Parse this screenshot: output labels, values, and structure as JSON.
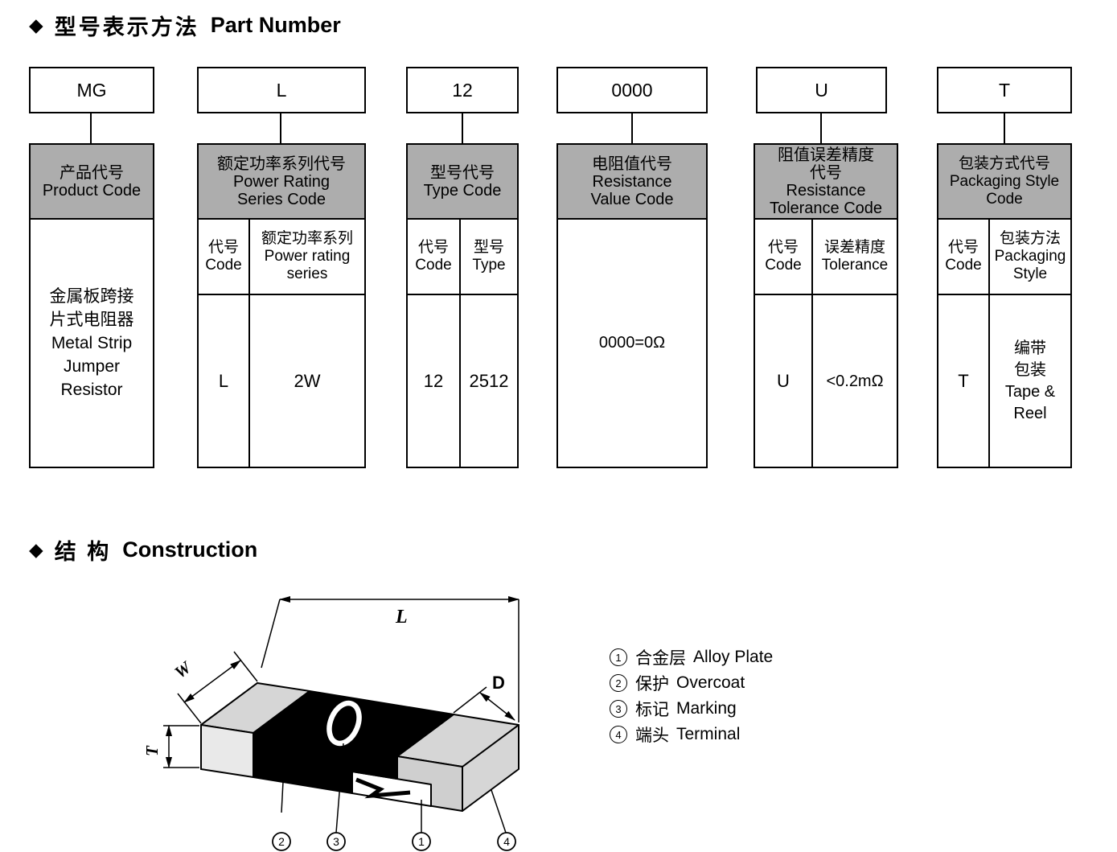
{
  "sections": {
    "part_number": {
      "diamond": "◆",
      "title_zh": "型号表示方法",
      "title_en": "Part Number"
    },
    "construction": {
      "diamond": "◆",
      "title_zh": "结 构",
      "title_en": "Construction"
    }
  },
  "part_number": {
    "columns": [
      {
        "code": "MG",
        "header_lines": [
          "产品代号",
          "Product Code"
        ],
        "body_lines": [
          "金属板跨接",
          "片式电阻器",
          "Metal Strip",
          "Jumper",
          "Resistor"
        ]
      },
      {
        "code": "L",
        "header_lines": [
          "额定功率系列代号",
          "Power Rating",
          "Series Code"
        ],
        "sub_left_header": [
          "代号",
          "Code"
        ],
        "sub_right_header": [
          "额定功率系列",
          "Power rating",
          "series"
        ],
        "value_left": "L",
        "value_right": "2W"
      },
      {
        "code": "12",
        "header_lines": [
          "型号代号",
          "Type Code"
        ],
        "sub_left_header": [
          "代号",
          "Code"
        ],
        "sub_right_header": [
          "型号",
          "Type"
        ],
        "value_left": "12",
        "value_right": "2512"
      },
      {
        "code": "0000",
        "header_lines": [
          "电阻值代号",
          "Resistance",
          "Value Code"
        ],
        "body_value": "0000=0Ω"
      },
      {
        "code": "U",
        "header_lines": [
          "阻值误差精度",
          "代号",
          "Resistance",
          "Tolerance Code"
        ],
        "sub_left_header": [
          "代号",
          "Code"
        ],
        "sub_right_header": [
          "误差精度",
          "Tolerance"
        ],
        "value_left": "U",
        "value_right": "<0.2mΩ"
      },
      {
        "code": "T",
        "header_lines": [
          "包装方式代号",
          "Packaging Style",
          "Code"
        ],
        "sub_left_header": [
          "代号",
          "Code"
        ],
        "sub_right_header": [
          "包装方法",
          "Packaging",
          "Style"
        ],
        "value_left": "T",
        "value_right_lines": [
          "编带",
          "包装",
          "Tape &",
          "Reel"
        ]
      }
    ]
  },
  "construction": {
    "dimensions": {
      "L": "L",
      "W": "W",
      "T": "T",
      "D": "D"
    },
    "callouts": [
      {
        "num": "2"
      },
      {
        "num": "3"
      },
      {
        "num": "1"
      },
      {
        "num": "4"
      }
    ],
    "legend": [
      {
        "num": "1",
        "zh": "合金层",
        "en": "Alloy Plate"
      },
      {
        "num": "2",
        "zh": "保护",
        "en": "Overcoat"
      },
      {
        "num": "3",
        "zh": "标记",
        "en": "Marking"
      },
      {
        "num": "4",
        "zh": "端头",
        "en": "Terminal"
      }
    ]
  },
  "colors": {
    "header_bg": "#adadad",
    "overcoat": "#000000",
    "terminal_gray": "#d6d6d6"
  }
}
